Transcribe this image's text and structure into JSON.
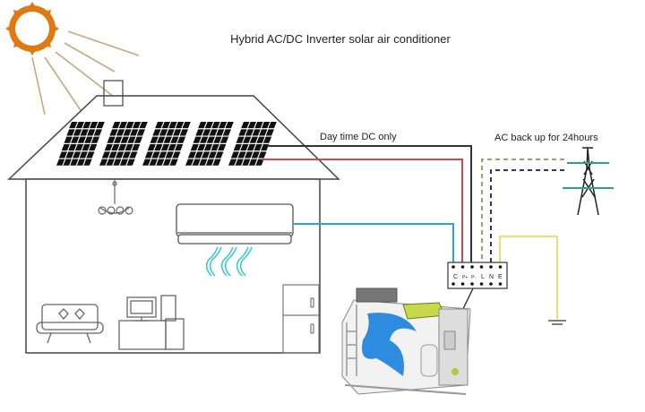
{
  "title": "Hybrid AC/DC Inverter solar air conditioner",
  "labels": {
    "dc_line": "Day time DC only",
    "ac_backup": "AC back up for 24hours"
  },
  "terminal_block": {
    "terminals": [
      "C",
      "P+",
      "P-",
      "L",
      "N",
      "E"
    ]
  },
  "colors": {
    "sun": "#e07a10",
    "rays": "#c9a77a",
    "dc_positive": "#d04848",
    "dc_negative": "#333333",
    "signal": "#2aa7d6",
    "live": "#a89a6a",
    "neutral": "#333366",
    "earth": "#e8e070",
    "tower_arms": "#2aa878",
    "fan": "#2d8be0"
  }
}
